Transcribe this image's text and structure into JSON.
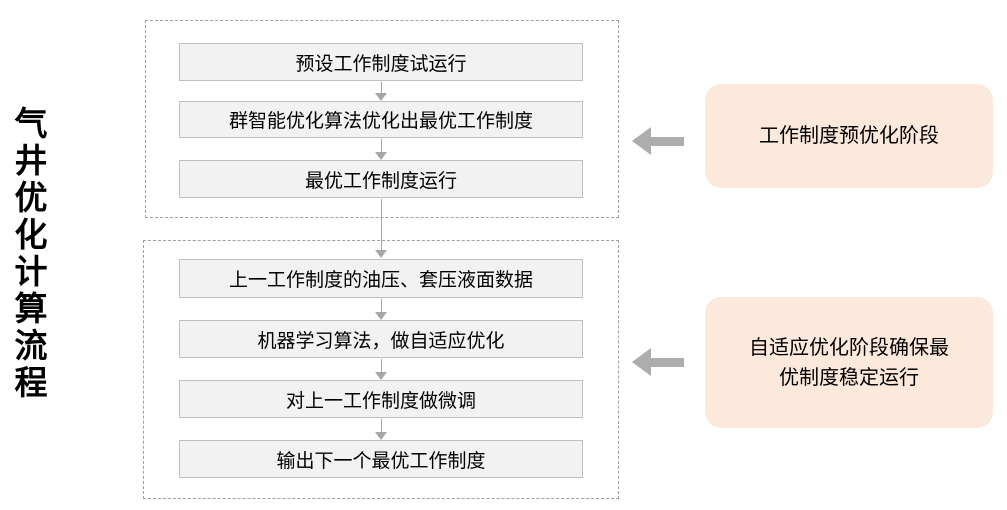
{
  "title": "气井优化计算流程",
  "stage1": {
    "steps": [
      "预设工作制度试运行",
      "群智能优化算法优化出最优工作制度",
      "最优工作制度运行"
    ],
    "callout": "工作制度预优化阶段"
  },
  "stage2": {
    "steps": [
      "上一工作制度的油压、套压液面数据",
      "机器学习算法，做自适应优化",
      "对上一工作制度做微调",
      "输出下一个最优工作制度"
    ],
    "callout_lines": [
      "自适应优化阶段确保最",
      "优制度稳定运行"
    ]
  },
  "icons": {
    "down_arrow": "▼",
    "left_arrow": "◀"
  },
  "colors": {
    "box_fill": "#f2f2f2",
    "box_border": "#bfbfbf",
    "dashed_border": "#a0a0a0",
    "callout_fill": "#fce9db",
    "arrow_gray": "#adadad",
    "thin_arrow": "#a6a6a6",
    "text": "#000000"
  }
}
